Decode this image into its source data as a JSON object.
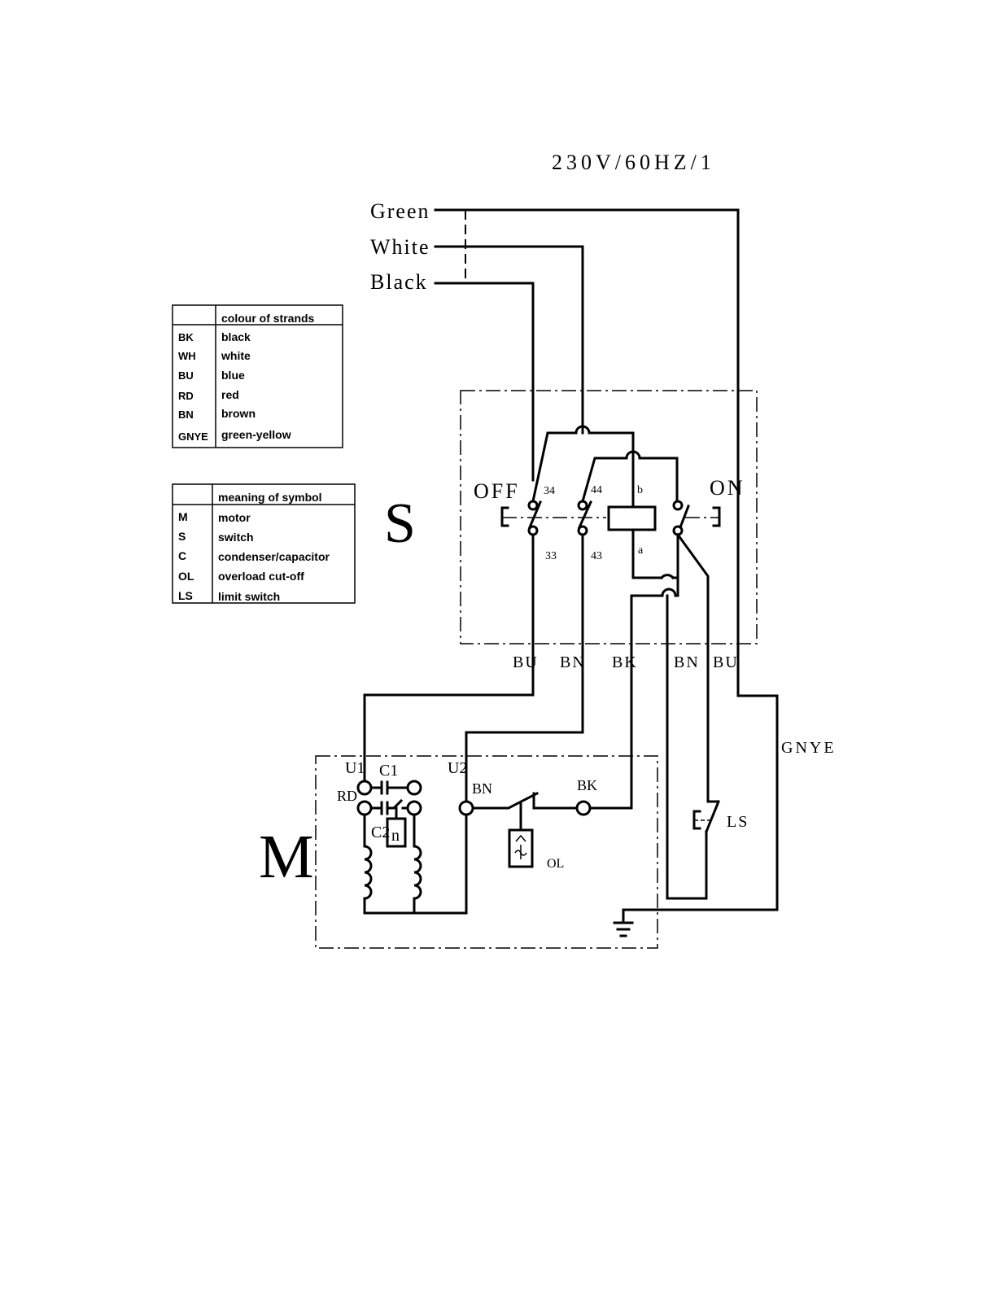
{
  "supply": "230V/60HZ/1",
  "inputs": {
    "green": "Green",
    "white": "White",
    "black": "Black"
  },
  "colour_table": {
    "header": "colour of strands",
    "rows": [
      {
        "code": "BK",
        "meaning": "black"
      },
      {
        "code": "WH",
        "meaning": "white"
      },
      {
        "code": "BU",
        "meaning": "blue"
      },
      {
        "code": "RD",
        "meaning": "red"
      },
      {
        "code": "BN",
        "meaning": "brown"
      },
      {
        "code": "GNYE",
        "meaning": "green-yellow"
      }
    ]
  },
  "symbol_table": {
    "header": "meaning of symbol",
    "rows": [
      {
        "code": "M",
        "meaning": "motor"
      },
      {
        "code": "S",
        "meaning": "switch"
      },
      {
        "code": "C",
        "meaning": "condenser/capacitor"
      },
      {
        "code": "OL",
        "meaning": "overload cut-off"
      },
      {
        "code": "LS",
        "meaning": "limit switch"
      }
    ]
  },
  "switch": {
    "label": "S",
    "off": "OFF",
    "on": "ON",
    "terminals": {
      "t34": "34",
      "t33": "33",
      "t44": "44",
      "t43": "43",
      "coil_b": "b",
      "coil_a": "a"
    }
  },
  "wire_labels": {
    "bu1": "BU",
    "bn1": "BN",
    "bk": "BK",
    "bn2": "BN",
    "bu2": "BU",
    "gnye": "GNYE"
  },
  "motor": {
    "label": "M",
    "u1": "U1",
    "u2": "U2",
    "c1": "C1",
    "c2": "C2",
    "rd": "RD",
    "bn": "BN",
    "bk": "BK",
    "n": "n",
    "ol": "OL",
    "ls": "LS"
  }
}
